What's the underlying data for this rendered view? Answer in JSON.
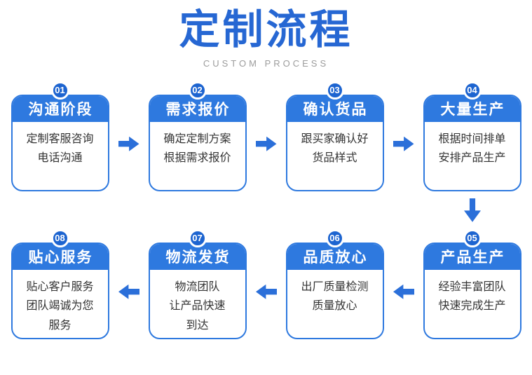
{
  "header": {
    "title": "定制流程",
    "subtitle": "CUSTOM PROCESS"
  },
  "colors": {
    "title_blue": "#2667d3",
    "card_border": "#2e79df",
    "card_header_bg": "#2e79df",
    "badge_bg": "#1d64d0",
    "arrow_blue": "#2b6fd9",
    "body_text": "#333333",
    "subtitle_gray": "#9c9c9c",
    "background": "#ffffff"
  },
  "icons": {
    "arrow_right": "block-arrow-right",
    "arrow_left": "block-arrow-left",
    "arrow_down": "block-arrow-down"
  },
  "steps": [
    {
      "number": "01",
      "title": "沟通阶段",
      "body": "定制客服咨询\n电话沟通"
    },
    {
      "number": "02",
      "title": "需求报价",
      "body": "确定定制方案\n根据需求报价"
    },
    {
      "number": "03",
      "title": "确认货品",
      "body": "跟买家确认好\n货品样式"
    },
    {
      "number": "04",
      "title": "大量生产",
      "body": "根据时间排单\n安排产品生产"
    },
    {
      "number": "05",
      "title": "产品生产",
      "body": "经验丰富团队\n快速完成生产"
    },
    {
      "number": "06",
      "title": "品质放心",
      "body": "出厂质量检测\n质量放心"
    },
    {
      "number": "07",
      "title": "物流发货",
      "body": "物流团队\n让产品快速\n到达"
    },
    {
      "number": "08",
      "title": "贴心服务",
      "body": "贴心客户服务\n团队竭诚为您\n服务"
    }
  ]
}
